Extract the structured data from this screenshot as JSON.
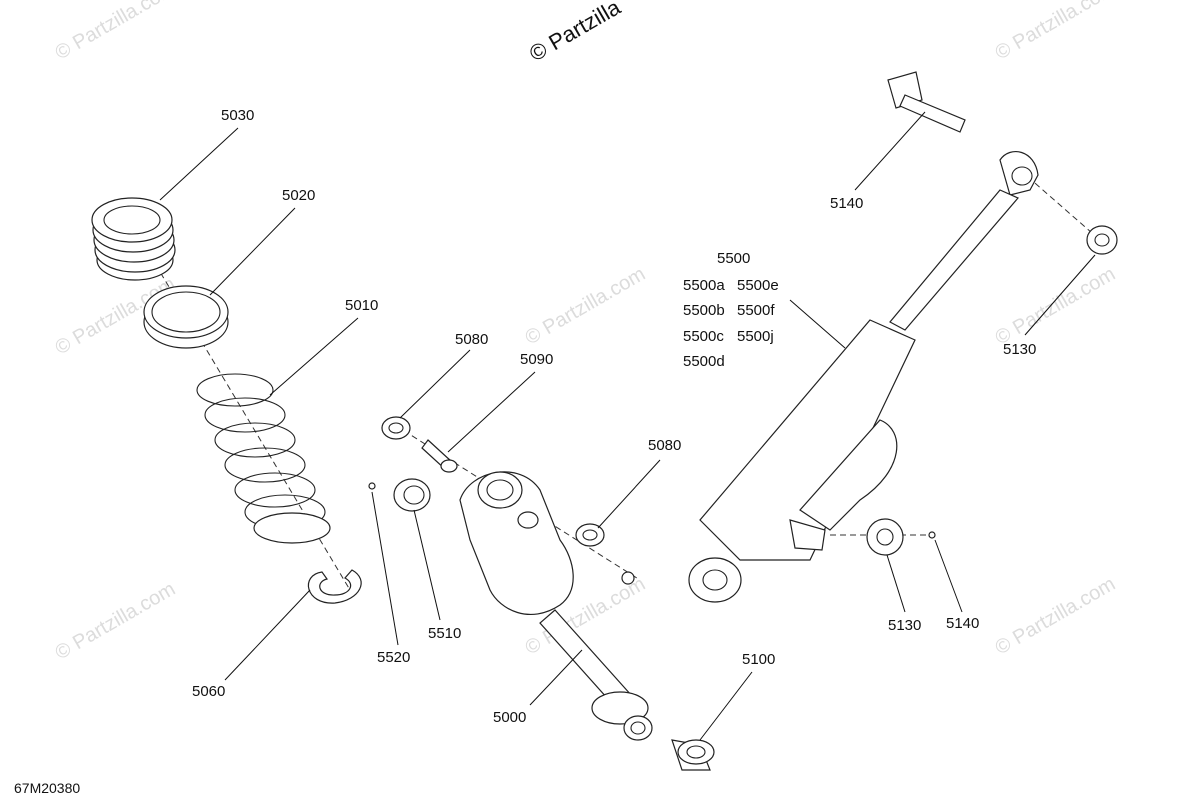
{
  "watermark": {
    "text": "© Partzilla.com",
    "top_text": "© Partzilla"
  },
  "drawing_ref": "67M20380",
  "callouts": {
    "c5030": "5030",
    "c5020": "5020",
    "c5010": "5010",
    "c5060": "5060",
    "c5080a": "5080",
    "c5090": "5090",
    "c5080b": "5080",
    "c5520": "5520",
    "c5510": "5510",
    "c5000": "5000",
    "c5100": "5100",
    "c5140a": "5140",
    "c5130a": "5130",
    "c5130b": "5130",
    "c5140b": "5140",
    "c5500": "5500",
    "c5500a": "5500a",
    "c5500e": "5500e",
    "c5500b": "5500b",
    "c5500f": "5500f",
    "c5500c": "5500c",
    "c5500j": "5500j",
    "c5500d": "5500d"
  }
}
